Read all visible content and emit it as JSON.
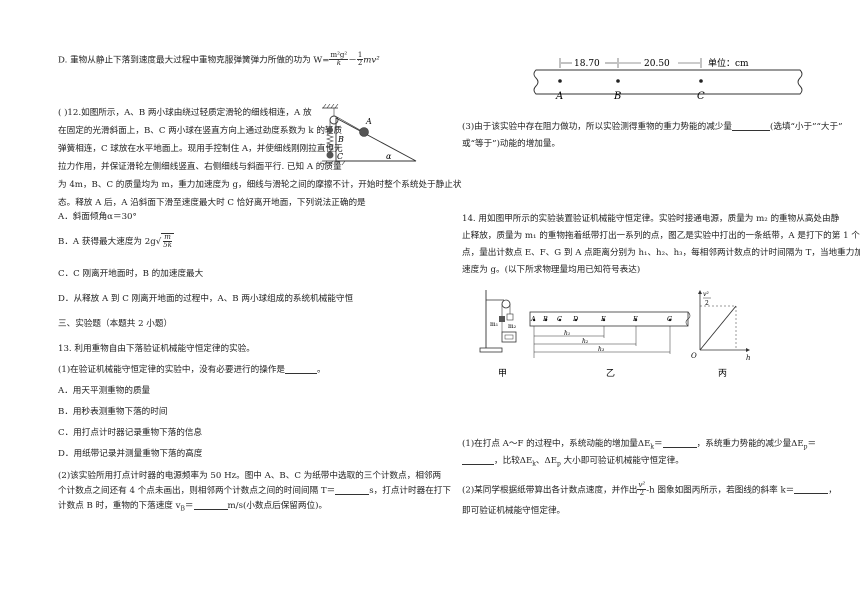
{
  "left": {
    "q11d": {
      "label": "D.",
      "text": "重物从静止下落到速度最大过程中重物克服弹簧弹力所做的功为 W=",
      "f1num": "m²g²",
      "f1den": "k",
      "minus": "－",
      "f2num": "1",
      "f2den": "2",
      "tail": "mv²"
    },
    "q12": {
      "line1": "(      )12.如图所示，A、B 两小球由绕过轻质定滑轮的细线相连，A 放",
      "line2": "在固定的光滑斜面上，B、C 两小球在竖直方向上通过劲度系数为 k 的轻质",
      "line3": "弹簧相连，C 球放在水平地面上。现用手控制住 A，并使细线刚刚拉直但无",
      "line4": "拉力作用，并保证滑轮左侧细线竖直、右侧细线与斜面平行. 已知 A 的质量",
      "line5": "为 4m，B、C 的质量均为 m，重力加速度为 g，细线与滑轮之间的摩擦不计，开始时整个系统处于静止状",
      "line6": "态。释放 A 后，A 沿斜面下滑至速度最大时 C 恰好离开地面，下列说法正确的是",
      "figA": "A",
      "figB": "B",
      "figC": "C",
      "figAlpha": "α",
      "optA": "A．斜面倾角α＝30°",
      "optB_pre": "B．A 获得最大速度为 2g",
      "optB_num": "m",
      "optB_den": "5k",
      "optC": "C．C 刚离开地面时，B 的加速度最大",
      "optD": "D．从释放 A 到 C 刚离开地面的过程中，A、B 两小球组成的系统机械能守恒"
    },
    "section3": "三、实验题（本题共 2 小题）",
    "q13": {
      "stem": "13. 利用重物自由下落验证机械能守恒定律的实验。",
      "p1": "(1)在验证机械能守恒定律的实验中，没有必要进行的操作是",
      "p1end": "。",
      "optA": "A．用天平测重物的质量",
      "optB": "B．用秒表测重物下落的时间",
      "optC": "C．用打点计时器记录重物下落的信息",
      "optD": "D．用纸带记录并测量重物下落的高度",
      "p2l1": "(2)该实验所用打点计时器的电源频率为 50 Hz。图中 A、B、C 为纸带中选取的三个计数点，相邻两",
      "p2l2a": "个计数点之间还有 4 个点未画出，则相邻两个计数点之间的时间间隔 T＝",
      "p2l2b": "s，打点计时器在打下",
      "p2l3a": "计数点 B 时，重物的下落速度 v",
      "p2l3sub": "B",
      "p2l3b": "＝",
      "p2l3c": "m/s(小数点后保留两位)。"
    }
  },
  "right": {
    "tape": {
      "d1": "18.70",
      "d2": "20.50",
      "unit": "单位：cm",
      "A": "A",
      "B": "B",
      "C": "C"
    },
    "q13p3l1a": "(3)由于该实验中存在阻力做功，所以实验测得重物的重力势能的减少量",
    "q13p3l1b": "(选填“小于”“大于”",
    "q13p3l2": "或“等于”)动能的增加量。",
    "q14": {
      "l1": "14. 用如图甲所示的实验装置验证机械能守恒定律。实验时接通电源，质量为 m₂ 的重物从高处由静",
      "l2": "止释放，质量为 m₁ 的重物拖着纸带打出一系列的点，图乙是实验中打出的一条纸带，A 是打下的第 1 个",
      "l3": "点，量出计数点 E、F、G 到 A 点距离分别为 h₁、h₂、h₃，每相邻两计数点的计时间隔为 T，当地重力加",
      "l4": "速度为 g。(以下所求物理量均用已知符号表达)",
      "fig": {
        "m1": "m₁",
        "m2": "m₂",
        "A": "A",
        "B": "B",
        "C": "C",
        "D": "D",
        "E": "E",
        "F": "F",
        "G": "G",
        "h1": "h₁",
        "h2": "h₂",
        "h3": "h₃",
        "ynum": "v²",
        "yden": "2",
        "O": "O",
        "h": "h",
        "cap1": "甲",
        "cap2": "乙",
        "cap3": "丙"
      },
      "p1a": "(1)在打点 A～F 的过程中，系统动能的增加量ΔE",
      "p1asub": "k",
      "p1b": "＝",
      "p1c": "，系统重力势能的减少量ΔE",
      "p1csub": "p",
      "p1d": "＝",
      "p1l2a": "，比较ΔE",
      "p1l2sub1": "k",
      "p1l2b": "、ΔE",
      "p1l2sub2": "p",
      "p1l2c": " 大小即可验证机械能守恒定律。",
      "p2a": "(2)某同学根据纸带算出各计数点速度，并作出",
      "p2num": "v²",
      "p2den": "2",
      "p2b": "-h 图象如图丙所示，若图线的斜率 k＝",
      "p2c": "，",
      "p2l2": "即可验证机械能守恒定律。"
    }
  }
}
